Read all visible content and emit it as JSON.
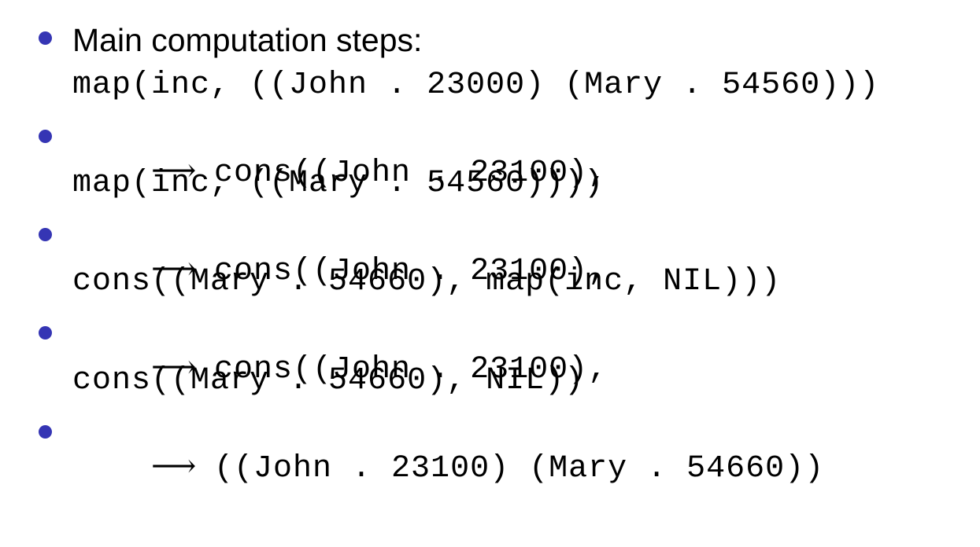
{
  "slide": {
    "heading": "Main computation steps:",
    "steps": [
      {
        "arrow": "",
        "line1": "map(inc, ((John . 23000) (Mary . 54560)))",
        "line2": ""
      },
      {
        "arrow": "⟶",
        "line1": "cons((John . 23100),",
        "line2": "map(inc, ((Mary . 54560))))"
      },
      {
        "arrow": "⟶",
        "line1": "cons((John . 23100),",
        "line2": "cons((Mary . 54660), map(inc, NIL)))"
      },
      {
        "arrow": "⟶",
        "line1": "cons((John . 23100),",
        "line2": "cons((Mary . 54660), NIL))"
      },
      {
        "arrow": "⟶",
        "line1": "((John . 23100) (Mary . 54660))",
        "line2": ""
      }
    ]
  },
  "colors": {
    "bullet": "#3535b4",
    "text": "#000000",
    "background": "#ffffff"
  }
}
